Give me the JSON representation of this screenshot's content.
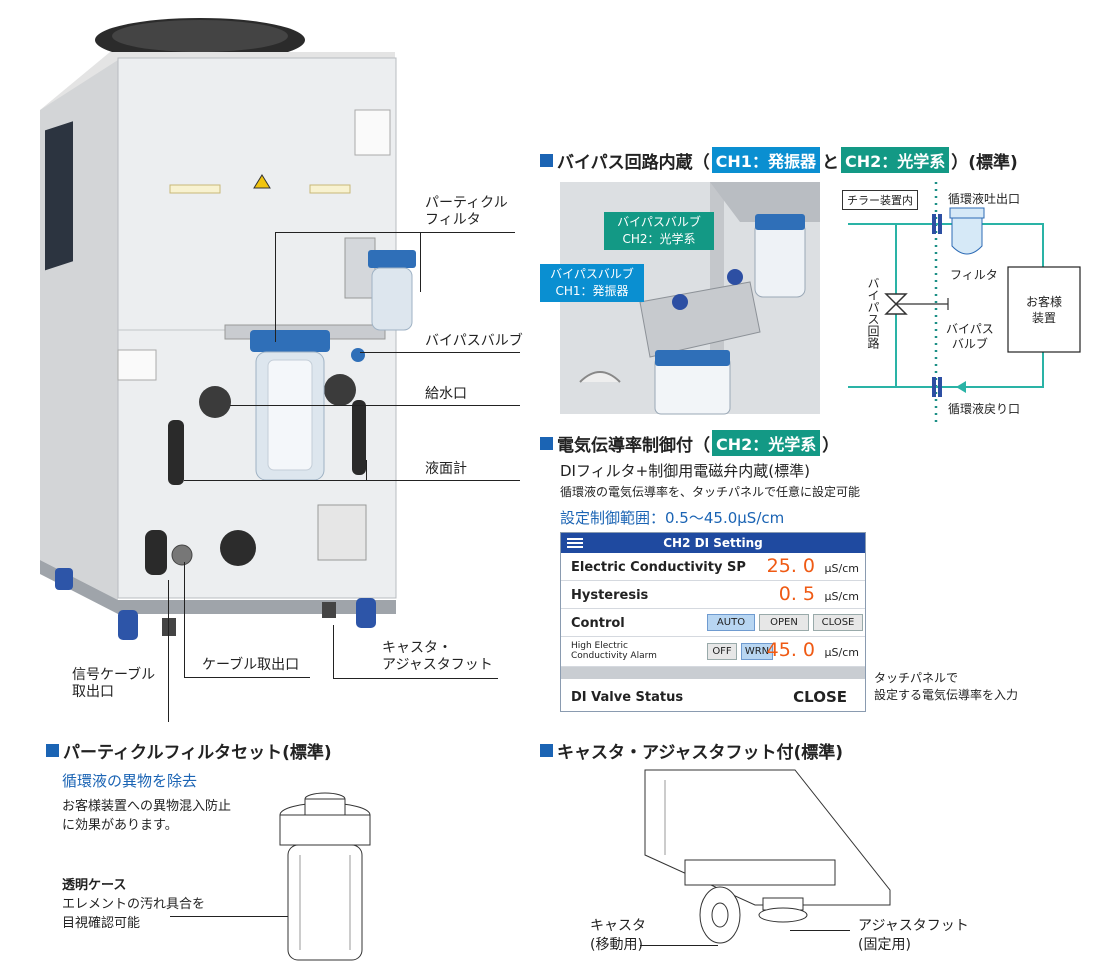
{
  "machine": {
    "label_particle_filter_1": "パーティクル",
    "label_particle_filter_2": "フィルタ",
    "label_bypass_valve": "バイパスバルブ",
    "label_water_inlet": "給水口",
    "label_level_gauge": "液面計",
    "label_cable_outlet": "ケーブル取出口",
    "label_signal_cable_1": "信号ケーブル",
    "label_signal_cable_2": "取出口",
    "label_caster_1": "キャスタ・",
    "label_caster_2": "アジャスタフット"
  },
  "bypass": {
    "title_pre": "バイパス回路内蔵（",
    "tag_ch1": "CH1：発振器",
    "title_mid": "と",
    "tag_ch2": "CH2：光学系",
    "title_post": "）(標準)",
    "callout_ch2_1": "バイパスバルブ",
    "callout_ch2_2": "CH2：光学系",
    "callout_ch1_1": "バイパスバルブ",
    "callout_ch1_2": "CH1：発振器",
    "diag_chiller": "チラー装置内",
    "diag_outlet": "循環液吐出口",
    "diag_filter": "フィルタ",
    "diag_customer_1": "お客様",
    "diag_customer_2": "装置",
    "diag_bypass_circuit": "バイパス回路",
    "diag_bypass_valve_1": "バイパス",
    "diag_bypass_valve_2": "バルブ",
    "diag_return": "循環液戻り口"
  },
  "conductivity": {
    "title_pre": "電気伝導率制御付（",
    "tag_ch2": "CH2：光学系",
    "title_post": "）",
    "sub1": "DIフィルタ+制御用電磁弁内蔵(標準)",
    "sub2": "循環液の電気伝導率を、タッチパネルで任意に設定可能",
    "range": "設定制御範囲：0.5〜45.0μS/cm",
    "note_1": "タッチパネルで",
    "note_2": "設定する電気伝導率を入力"
  },
  "panel": {
    "header": "CH2 DI Setting",
    "sp_label": "Electric Conductivity SP",
    "sp_value": "25. 0",
    "sp_unit": "μS/cm",
    "hys_label": "Hysteresis",
    "hys_value": "0. 5",
    "hys_unit": "μS/cm",
    "control_label": "Control",
    "btn_auto": "AUTO",
    "btn_open": "OPEN",
    "btn_close": "CLOSE",
    "alarm_label_1": "High Electric",
    "alarm_label_2": "Conductivity Alarm",
    "btn_off": "OFF",
    "btn_wrn": "WRN",
    "alarm_value": "45. 0",
    "alarm_unit": "μS/cm",
    "status_label": "DI Valve Status",
    "status_value": "CLOSE"
  },
  "particle": {
    "title": "パーティクルフィルタセット(標準)",
    "sub": "循環液の異物を除去",
    "body_1": "お客様装置への異物混入防止",
    "body_2": "に効果があります。",
    "case_title": "透明ケース",
    "case_1": "エレメントの汚れ具合を",
    "case_2": "目視確認可能"
  },
  "caster": {
    "title": "キャスタ・アジャスタフット付(標準)",
    "caster_1": "キャスタ",
    "caster_2": "(移動用)",
    "foot_1": "アジャスタフット",
    "foot_2": "(固定用)"
  },
  "colors": {
    "section_square": "#1b64b4",
    "ch1_tag": "#0a8fd1",
    "ch2_tag": "#139985",
    "panel_header": "#1f4aa0",
    "panel_value": "#ef5a14",
    "range_text": "#1b64b4",
    "flow_line": "#2ab3a6"
  }
}
